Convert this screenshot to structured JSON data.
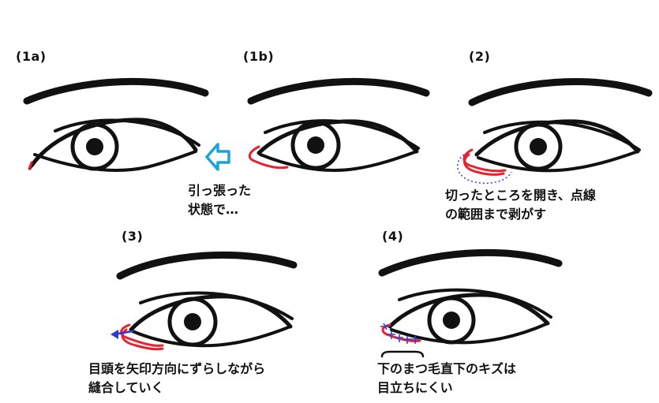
{
  "colors": {
    "line": "#111111",
    "incision": "#e8222f",
    "arrow_blue_stroke": "#1aa3d8",
    "arrow_blue_fill": "#ffffff",
    "pull_arrow": "#2f3bd8",
    "dotted": "#3a3adf"
  },
  "panels": [
    {
      "label": "(1a)"
    },
    {
      "label": "(1b)"
    },
    {
      "label": "(2)"
    },
    {
      "label": "(3)"
    },
    {
      "label": "(4)"
    }
  ],
  "captions": {
    "pulled": [
      "引っ張った",
      "状態で…"
    ],
    "step2": [
      "切ったところを開き、点線",
      "の範囲まで剥がす"
    ],
    "step3": [
      "目頭を矢印方向にずらしながら",
      "縫合していく"
    ],
    "step4": [
      "下のまつ毛直下のキズは",
      "目立ちにくい"
    ]
  },
  "icons": {
    "left_arrow": "arrow-left-outline-icon"
  }
}
